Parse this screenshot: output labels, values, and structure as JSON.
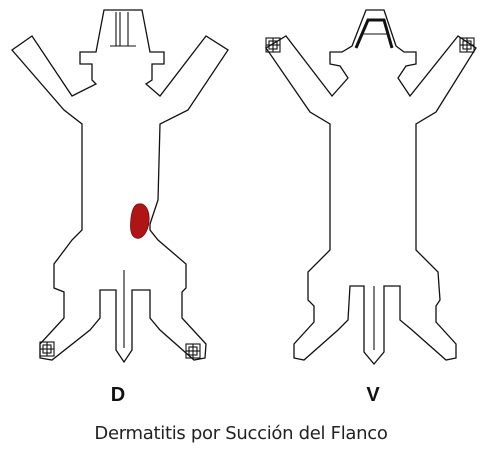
{
  "figure": {
    "dorsal_label": "D",
    "ventral_label": "V",
    "caption": "Dermatitis por Succión del Flanco"
  },
  "lesion": {
    "view": "dorsal",
    "location": "left flank",
    "color": "#b01515"
  },
  "colors": {
    "outline": "#111111",
    "background": "#ffffff"
  }
}
